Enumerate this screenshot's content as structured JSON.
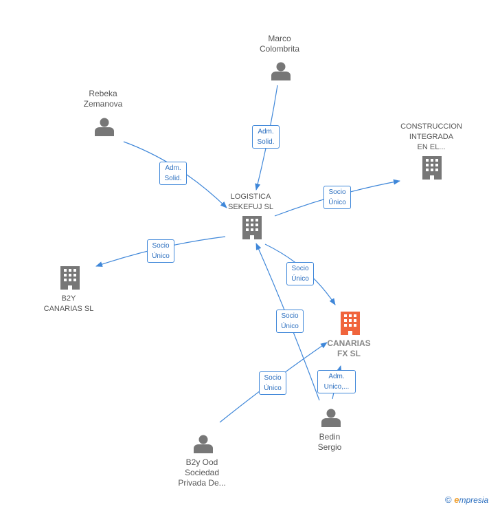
{
  "colors": {
    "edge": "#3f87d9",
    "icon": "#777777",
    "highlight": "#f0643c",
    "text": "#555555"
  },
  "nodes": [
    {
      "id": "marco",
      "type": "person",
      "lines": [
        "Marco",
        "Colombrita"
      ]
    },
    {
      "id": "rebeka",
      "type": "person",
      "lines": [
        "Rebeka",
        "Zemanova"
      ]
    },
    {
      "id": "construccion",
      "type": "company",
      "lines": [
        "CONSTRUCCION",
        "INTEGRADA",
        "EN EL..."
      ]
    },
    {
      "id": "logistica",
      "type": "company",
      "lines": [
        "LOGISTICA",
        "SEKEFUJ  SL"
      ]
    },
    {
      "id": "b2y",
      "type": "company",
      "lines": [
        "B2Y",
        "CANARIAS  SL"
      ]
    },
    {
      "id": "canarias",
      "type": "company",
      "highlight": true,
      "lines": [
        "CANARIAS",
        "FX  SL"
      ]
    },
    {
      "id": "bedin",
      "type": "person",
      "lines": [
        "Bedin",
        "Sergio"
      ]
    },
    {
      "id": "b2yood",
      "type": "person",
      "lines": [
        "B2y Ood",
        "Sociedad",
        "Privada De..."
      ]
    }
  ],
  "edges": [
    {
      "from": "marco",
      "to": "logistica",
      "lines": [
        "Adm.",
        "Solid."
      ]
    },
    {
      "from": "rebeka",
      "to": "logistica",
      "lines": [
        "Adm.",
        "Solid."
      ]
    },
    {
      "from": "logistica",
      "to": "construccion",
      "lines": [
        "Socio",
        "Único"
      ]
    },
    {
      "from": "logistica",
      "to": "b2y",
      "lines": [
        "Socio",
        "Único"
      ]
    },
    {
      "from": "logistica",
      "to": "canarias",
      "lines": [
        "Socio",
        "Único"
      ]
    },
    {
      "from": "bedin",
      "to": "logistica",
      "lines": [
        "Socio",
        "Único"
      ]
    },
    {
      "from": "b2yood",
      "to": "canarias",
      "lines": [
        "Socio",
        "Único"
      ]
    },
    {
      "from": "bedin",
      "to": "canarias",
      "lines": [
        "Adm.",
        "Unico,..."
      ]
    }
  ],
  "footer": {
    "copyright": "©",
    "brand_initial": "e",
    "brand_rest": "mpresia"
  }
}
